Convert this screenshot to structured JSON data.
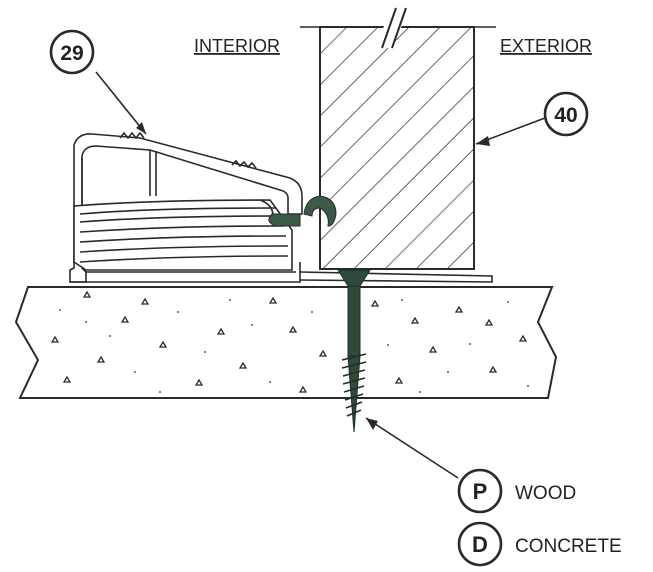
{
  "labels": {
    "interior": "INTERIOR",
    "exterior": "EXTERIOR"
  },
  "callouts": {
    "threshold": "29",
    "door_slab": "40",
    "wood_fastener": "P",
    "concrete_fastener": "D"
  },
  "legend": {
    "wood": "WOOD",
    "concrete": "CONCRETE"
  },
  "colors": {
    "line": "#2a2a2a",
    "screw": "#2f4a3a",
    "seal": "#3b5a48",
    "background": "#ffffff"
  }
}
